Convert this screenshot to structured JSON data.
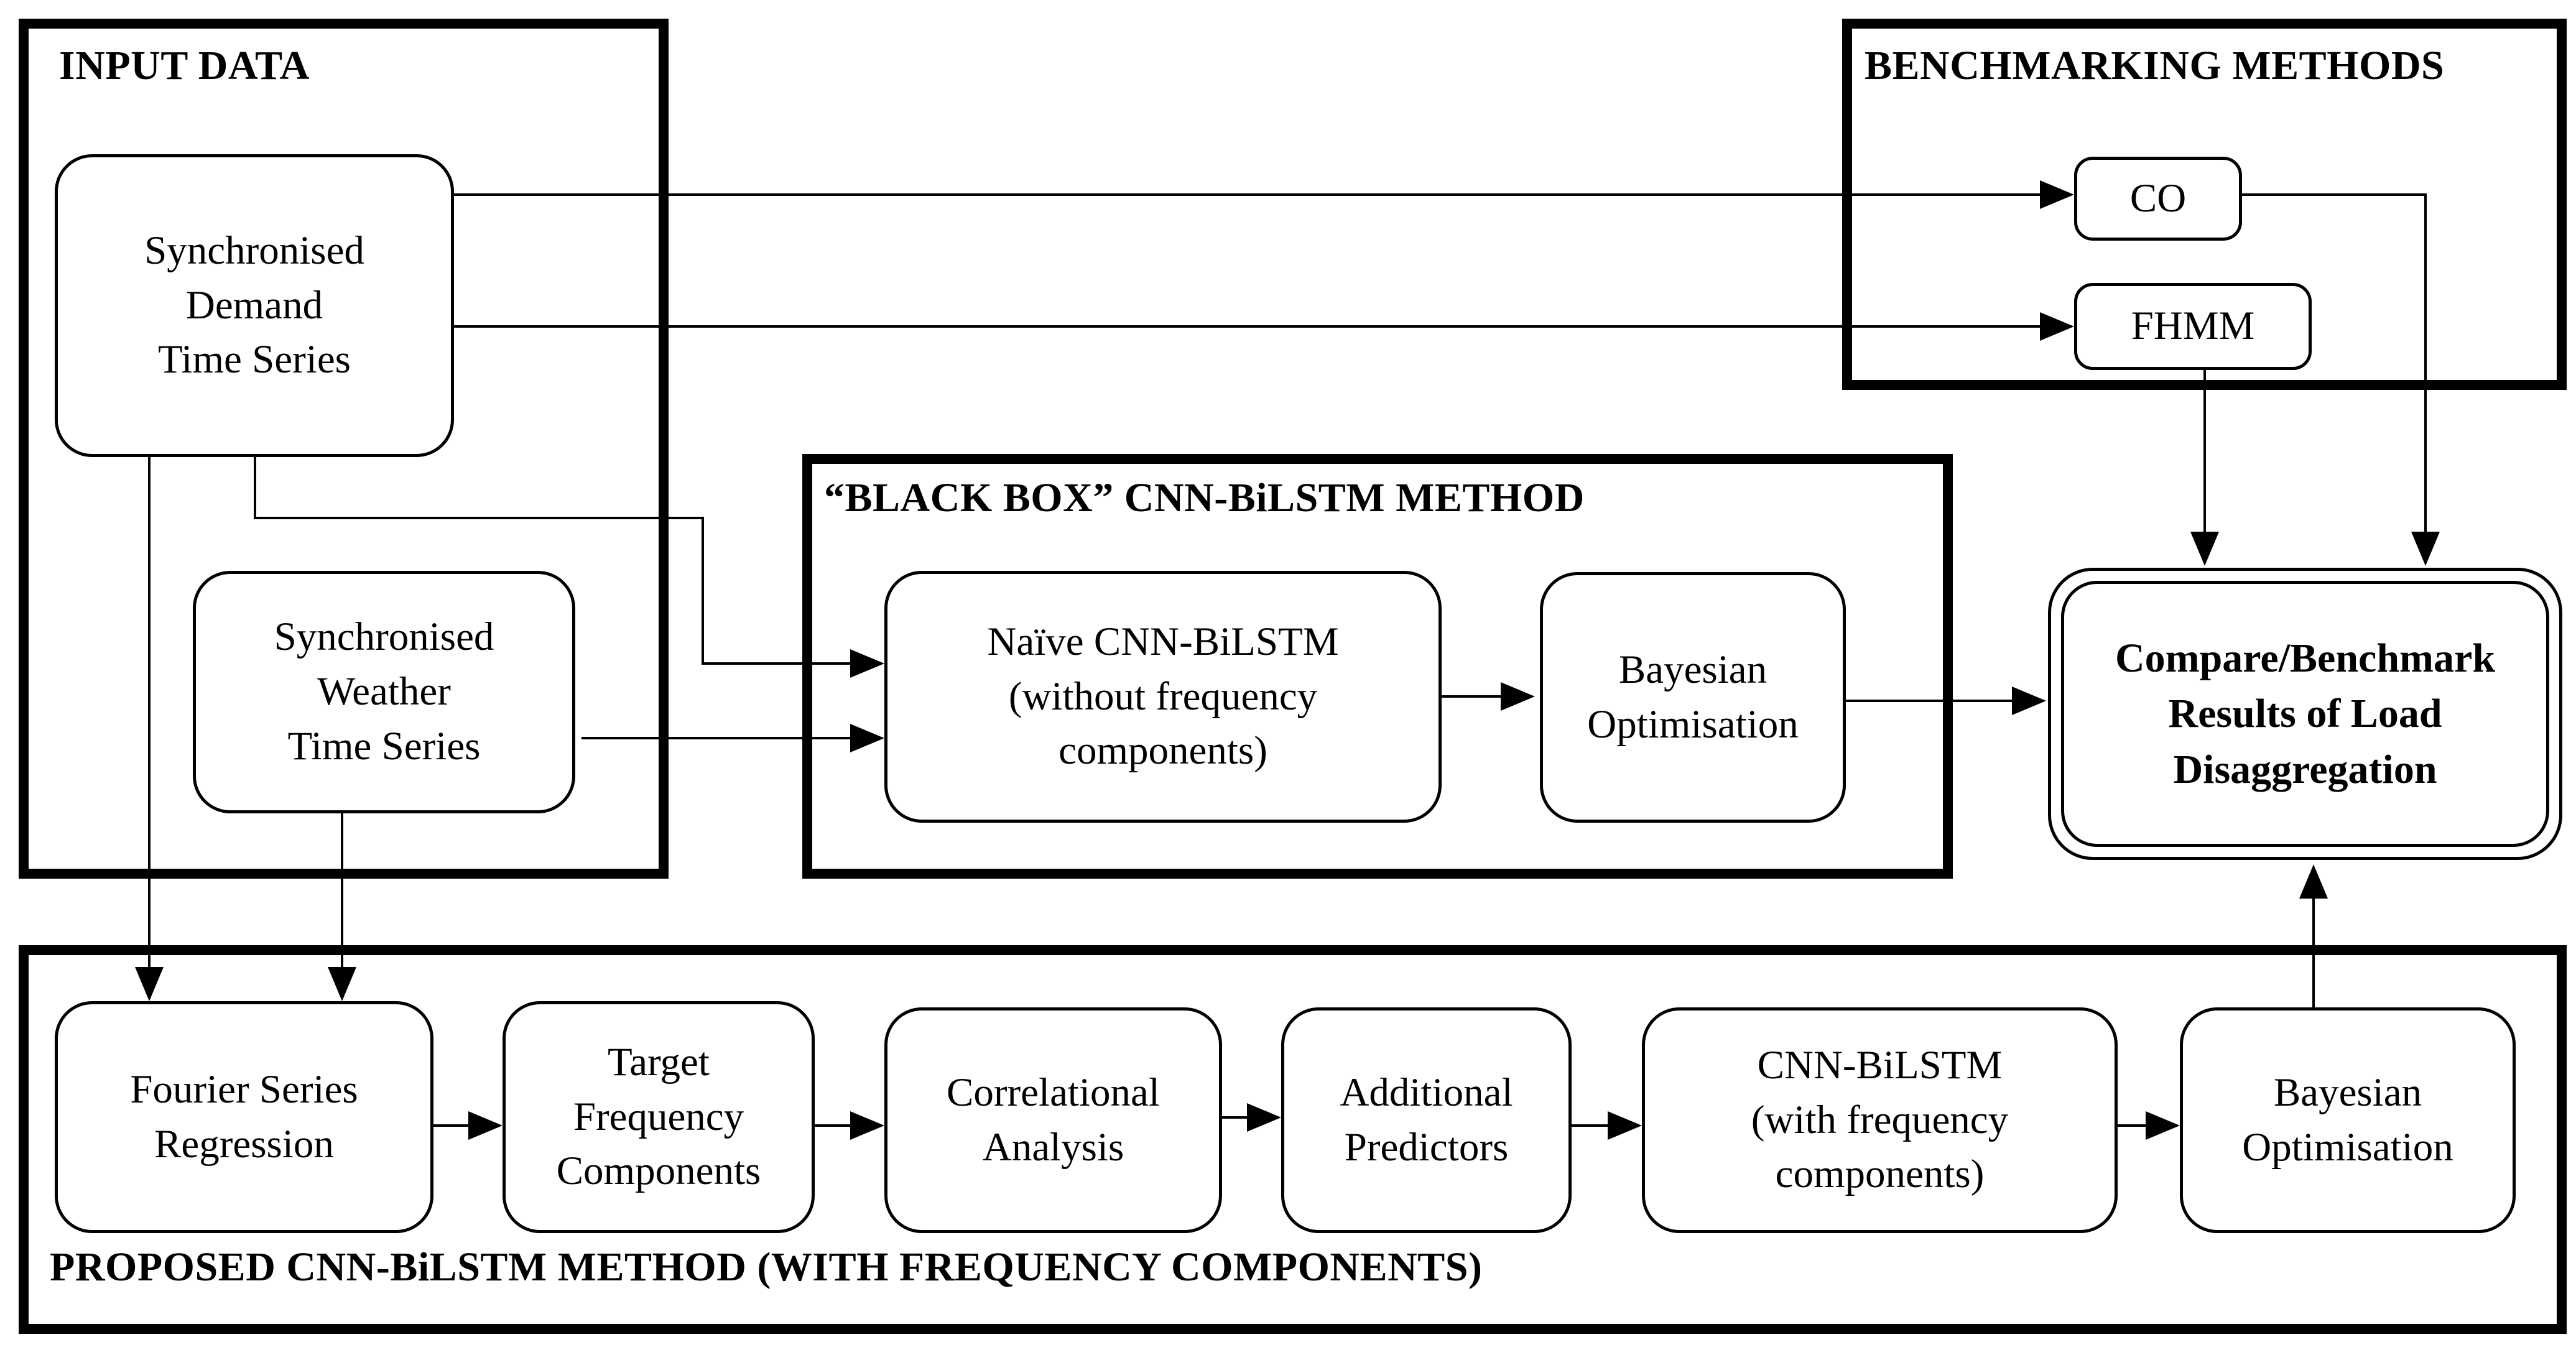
{
  "sections": {
    "input_data": "INPUT DATA",
    "benchmarking": "BENCHMARKING METHODS",
    "black_box": "“BLACK BOX” CNN-BiLSTM METHOD",
    "proposed": "PROPOSED CNN-BiLSTM METHOD (WITH FREQUENCY  COMPONENTS)"
  },
  "nodes": {
    "demand": "Synchronised\nDemand\nTime Series",
    "weather": "Synchronised\nWeather\nTime Series",
    "co": "CO",
    "fhmm": "FHMM",
    "naive_cnn": "Naïve CNN-BiLSTM\n(without frequency\ncomponents)",
    "bayes_blackbox": "Bayesian\nOptimisation",
    "compare": "Compare/Benchmark\nResults of Load\nDisaggregation",
    "fourier": "Fourier Series\nRegression",
    "target_freq": "Target\nFrequency\nComponents",
    "correlational": "Correlational\nAnalysis",
    "additional": "Additional\nPredictors",
    "cnn_freq": "CNN-BiLSTM\n(with frequency\ncomponents)",
    "bayes_proposed": "Bayesian\nOptimisation"
  }
}
